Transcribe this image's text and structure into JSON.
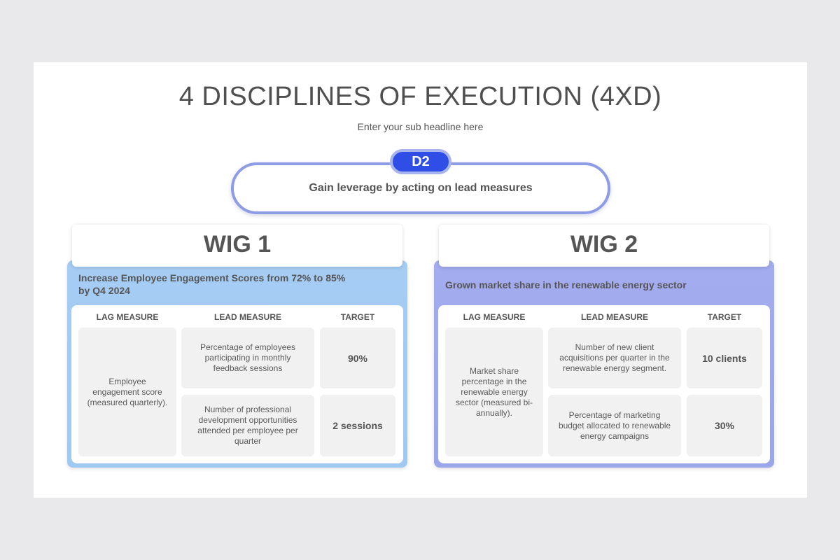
{
  "header": {
    "title": "4 DISCIPLINES OF EXECUTION (4XD)",
    "subtitle": "Enter your sub headline here"
  },
  "discipline": {
    "badge": "D2",
    "text": "Gain leverage by acting on lead measures"
  },
  "columns": {
    "lag": "LAG MEASURE",
    "lead": "LEAD MEASURE",
    "target": "TARGET"
  },
  "wigs": [
    {
      "title": "WIG 1",
      "goal_line1": "Increase Employee Engagement Scores from 72% to 85%",
      "goal_line2": "by Q4 2024",
      "lag": "Employee engagement score (measured quarterly).",
      "lead1": "Percentage of employees participating in monthly feedback sessions",
      "target1": "90%",
      "lead2": "Number of professional development opportunities attended per employee per quarter",
      "target2": "2 sessions"
    },
    {
      "title": "WIG 2",
      "goal": "Grown market share in the renewable energy sector",
      "lag": "Market share percentage in the renewable energy sector (measured bi-annually).",
      "lead1": "Number of new client acquisitions per quarter in the renewable energy segment.",
      "target1": "10 clients",
      "lead2": "Percentage of marketing budget allocated to renewable energy campaigns",
      "target2": "30%"
    }
  ],
  "colors": {
    "badge": "#2f4ee6",
    "wig1_panel": "#a6ccf4",
    "wig2_panel": "#a3acee",
    "banner_border": "#8e9ce6"
  }
}
